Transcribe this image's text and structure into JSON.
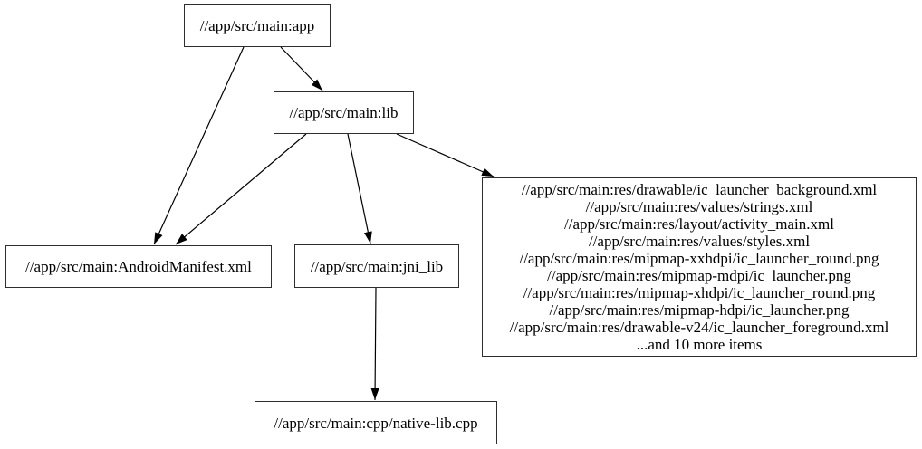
{
  "diagram": {
    "type": "dependency-graph",
    "background_color": "#ffffff",
    "node_border_color": "#2e2e2e",
    "edge_color": "#000000",
    "text_color": "#000000"
  },
  "nodes": {
    "app": {
      "label": "//app/src/main:app"
    },
    "lib": {
      "label": "//app/src/main:lib"
    },
    "android_manifest": {
      "label": "//app/src/main:AndroidManifest.xml"
    },
    "jni_lib": {
      "label": "//app/src/main:jni_lib"
    },
    "native_lib_cpp": {
      "label": "//app/src/main:cpp/native-lib.cpp"
    },
    "res_files": {
      "lines": [
        "//app/src/main:res/drawable/ic_launcher_background.xml",
        "//app/src/main:res/values/strings.xml",
        "//app/src/main:res/layout/activity_main.xml",
        "//app/src/main:res/values/styles.xml",
        "//app/src/main:res/mipmap-xxhdpi/ic_launcher_round.png",
        "//app/src/main:res/mipmap-mdpi/ic_launcher.png",
        "//app/src/main:res/mipmap-xhdpi/ic_launcher_round.png",
        "//app/src/main:res/mipmap-hdpi/ic_launcher.png",
        "//app/src/main:res/drawable-v24/ic_launcher_foreground.xml",
        "...and 10 more items"
      ]
    }
  },
  "edges": [
    {
      "from": "app",
      "to": "lib"
    },
    {
      "from": "app",
      "to": "android_manifest"
    },
    {
      "from": "lib",
      "to": "android_manifest"
    },
    {
      "from": "lib",
      "to": "jni_lib"
    },
    {
      "from": "lib",
      "to": "res_files"
    },
    {
      "from": "jni_lib",
      "to": "native_lib_cpp"
    }
  ]
}
